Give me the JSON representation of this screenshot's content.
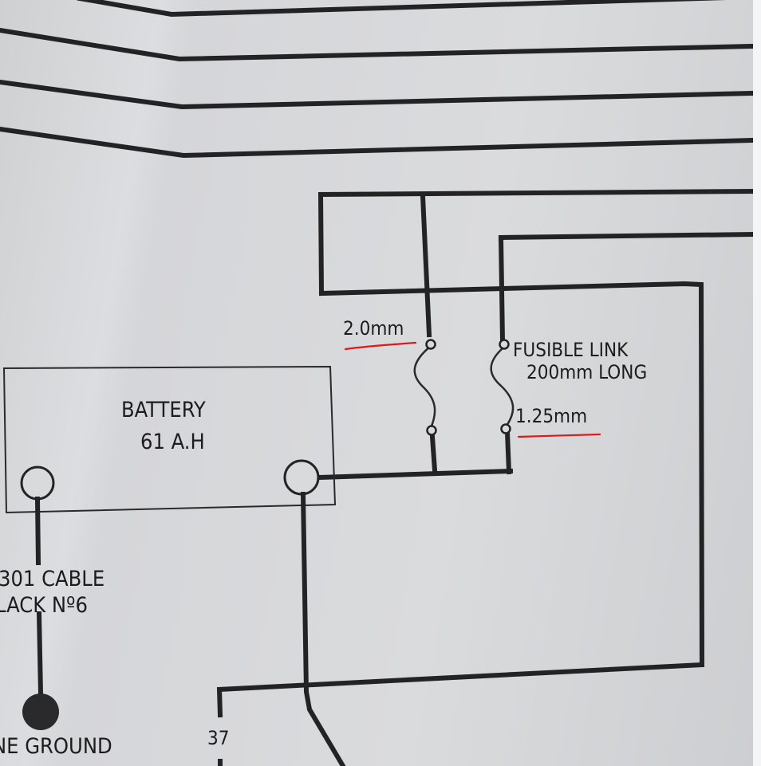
{
  "diagram": {
    "battery": {
      "name": "BATTERY",
      "capacity": "61 A.H"
    },
    "fusible_link": {
      "title": "FUSIBLE LINK",
      "length": "200mm LONG",
      "size_left": "2.0mm",
      "size_right": "1.25mm"
    },
    "cable": {
      "line1": "301 CABLE",
      "line2": "LACK Nº6"
    },
    "ground_label": "NE GROUND",
    "connector_label": "37",
    "colors": {
      "ink": "#232325",
      "paper": "#d9dadc",
      "annotation": "#e01818"
    }
  }
}
